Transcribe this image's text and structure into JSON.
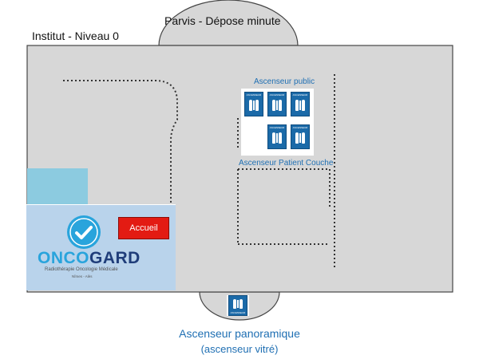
{
  "floor_title": "Institut - Niveau 0",
  "entrance_label": "Parvis - Dépose minute",
  "public_elevator_label": "Ascenseur public",
  "patient_elevator_label": "Ascenseur Patient Couche",
  "panoramic_elevator": {
    "line1": "Ascenseur panoramique",
    "line2": "(ascenseur vitré)"
  },
  "elevator_sign_text": "ASCENSEUR",
  "accueil_label": "Accueil",
  "oncogard": {
    "name_part1": "ONCO",
    "name_part2": "GARD",
    "subtitle": "Radiothérapie Oncologie Médicale",
    "city": "Nîmes - Alès"
  },
  "colors": {
    "floor": "#d7d7d7",
    "walls": "#454545",
    "blue_text": "#1f6fb3",
    "elevator_blue": "#1b6aa8",
    "accueil_red": "#e31b13",
    "oncogard_panel": "#b9d3eb",
    "oncogard_light": "#8ccbe0",
    "onco_cyan": "#29a4dc",
    "gard_navy": "#1f3d7a"
  }
}
